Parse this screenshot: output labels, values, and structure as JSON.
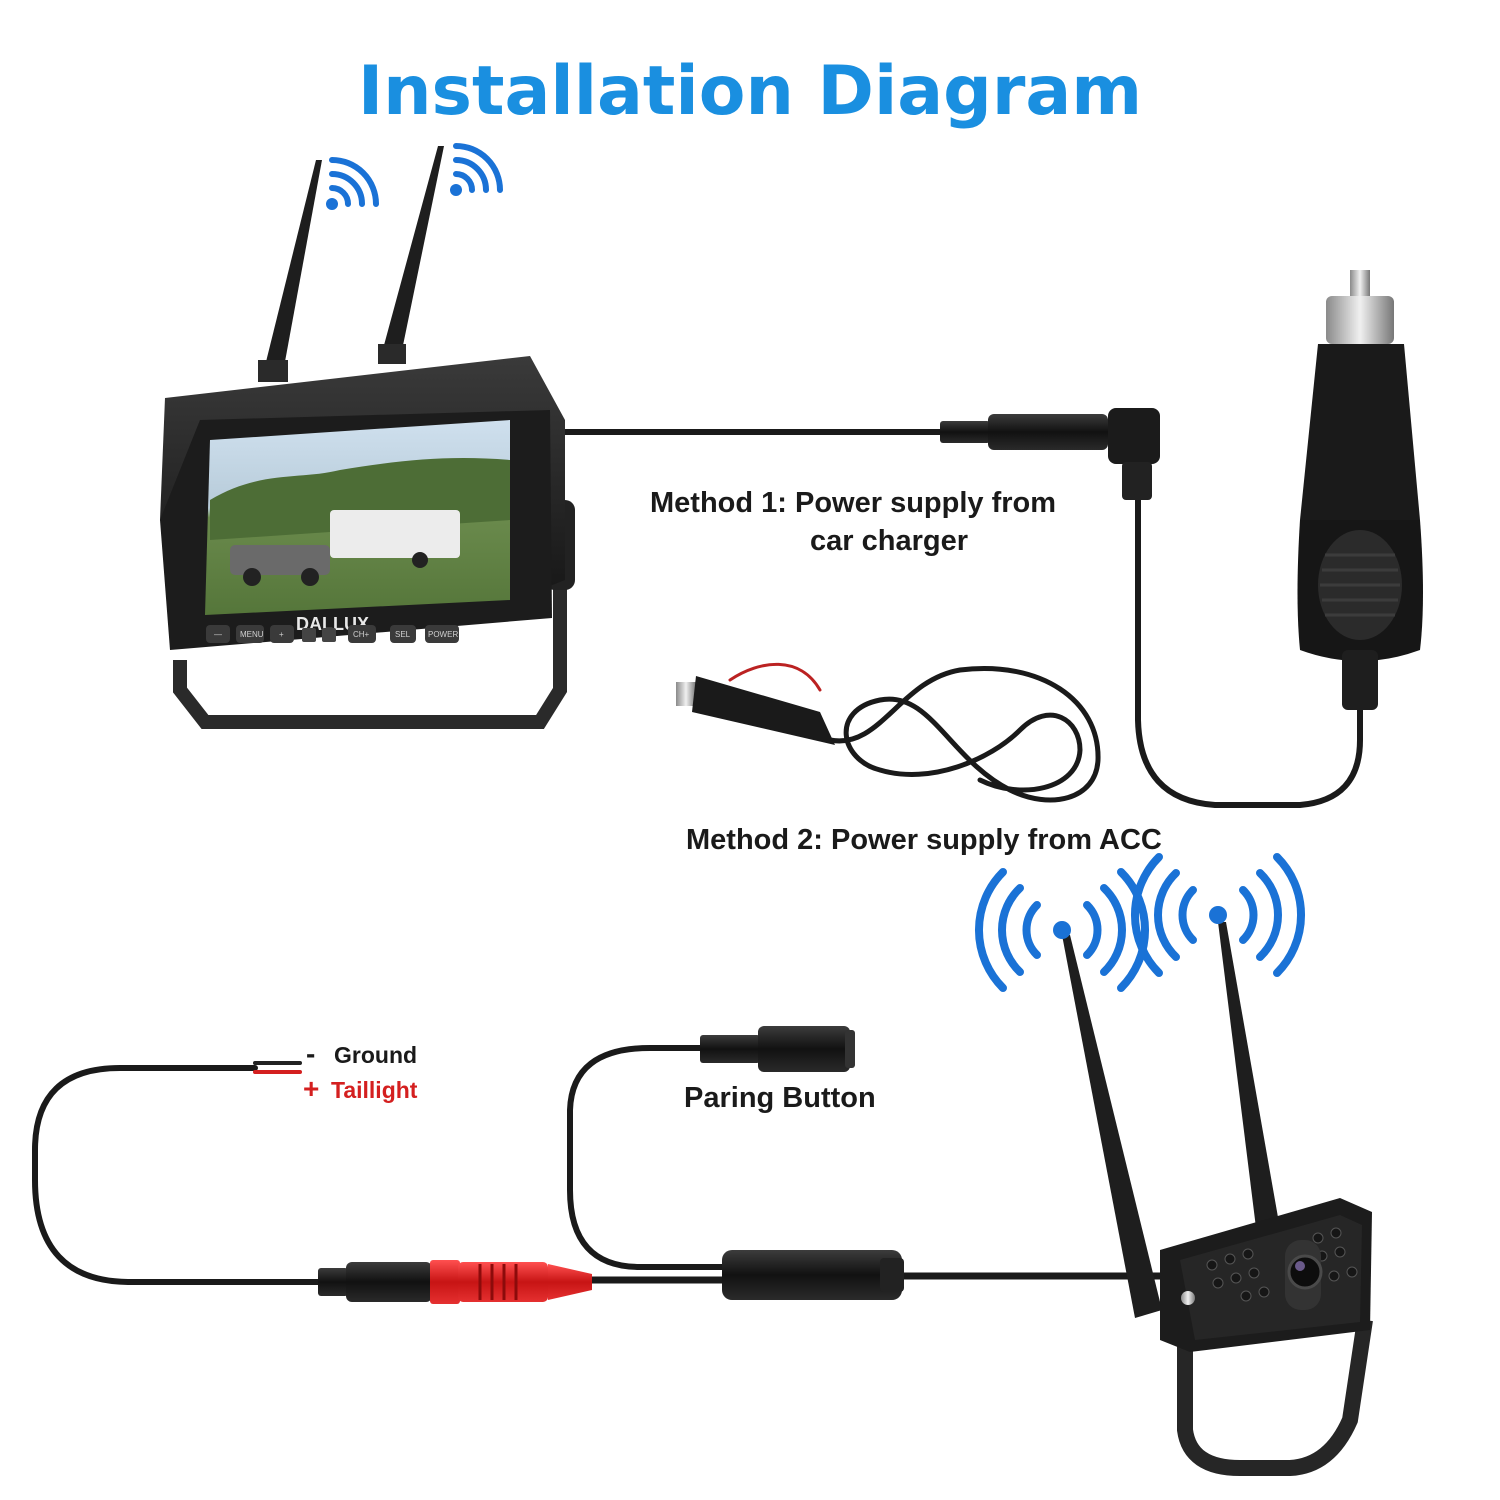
{
  "title": "Installation Diagram",
  "labels": {
    "method1_line1": "Method 1: Power supply from",
    "method1_line2": "car charger",
    "method2": "Method 2: Power supply from ACC",
    "pairing_button": "Paring Button",
    "ground_sign": "-",
    "ground": "Ground",
    "taillight_sign": "+",
    "taillight": "Taillight"
  },
  "monitor": {
    "brand": "DALLUX",
    "buttons": [
      "—",
      "MENU",
      "+",
      "CH+",
      "SEL",
      "POWER"
    ]
  },
  "colors": {
    "title": "#1a8fe0",
    "signal": "#1a72d6",
    "taillight": "#d41f1f",
    "cable": "#1a1a1a"
  },
  "icons": [
    "wifi-signal-icon",
    "radio-wave-icon"
  ]
}
